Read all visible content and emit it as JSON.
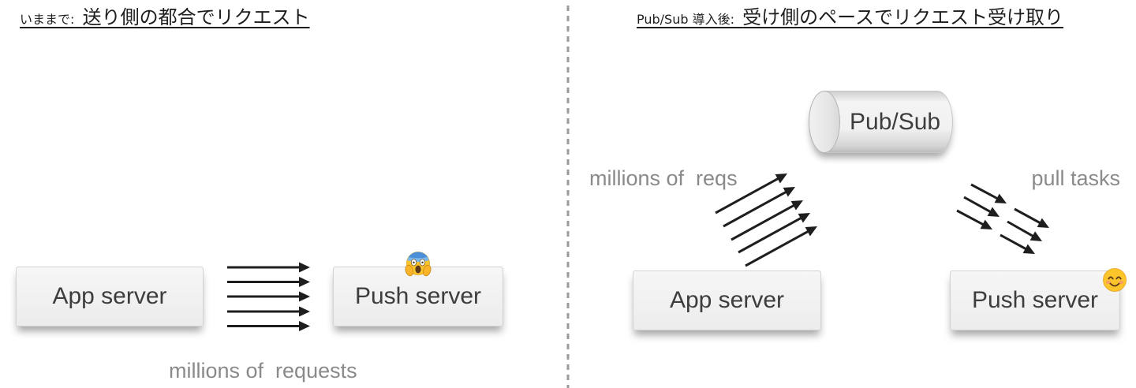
{
  "colors": {
    "title_text": "#1e1e1e",
    "box_fill": "#ececec",
    "box_text": "#3d3d3d",
    "caption_text": "#8a8a8a",
    "arrow": "#1e1e1e",
    "divider": "#9b9b9b"
  },
  "before": {
    "title_prefix": "いままで:",
    "title_main": "送り側の都合でリクエスト",
    "app_server": "App server",
    "push_server": "Push server",
    "push_server_icon": "face-screaming-in-fear-icon",
    "caption": "millions of  requests"
  },
  "after": {
    "title_prefix": "Pub/Sub 導入後:",
    "title_main": "受け側のペースでリクエスト受け取り",
    "queue": "Pub/Sub",
    "push_caption": "millions of  reqs",
    "pull_caption": "pull tasks",
    "app_server": "App server",
    "push_server": "Push server",
    "push_server_icon": "smiling-face-with-smiling-eyes-icon"
  }
}
